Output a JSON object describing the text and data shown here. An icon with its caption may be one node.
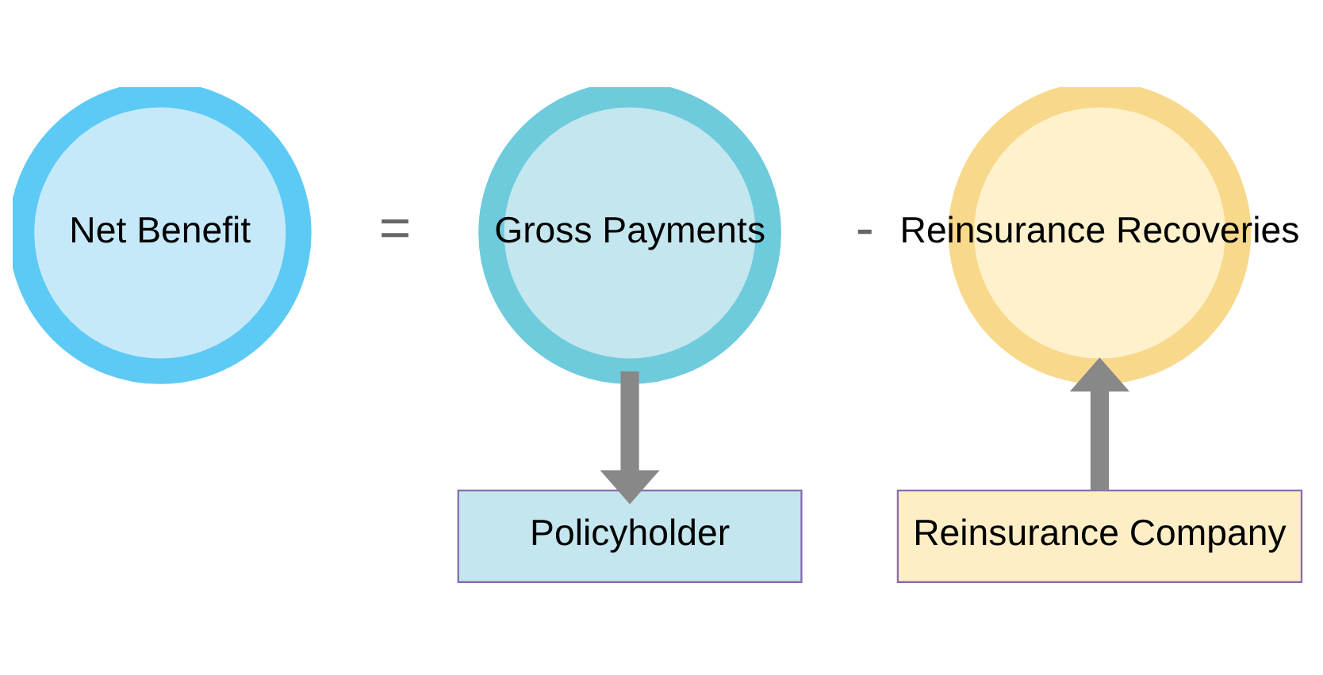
{
  "diagram": {
    "nodes": [
      {
        "text": [
          "Net Benefit"
        ]
      },
      {
        "text": [
          "Gross Payments"
        ]
      },
      {
        "text": [
          "Reinsurance Recoveries"
        ]
      },
      {
        "text": [
          "Policyholder"
        ]
      },
      {
        "text": [
          "Reinsurance Company"
        ]
      }
    ],
    "edges": [
      {
        "from": 1,
        "to": 3,
        "arrow": "to"
      },
      {
        "from": 4,
        "to": 2,
        "arrow": "to"
      }
    ],
    "labels": [
      "=",
      "-"
    ]
  }
}
